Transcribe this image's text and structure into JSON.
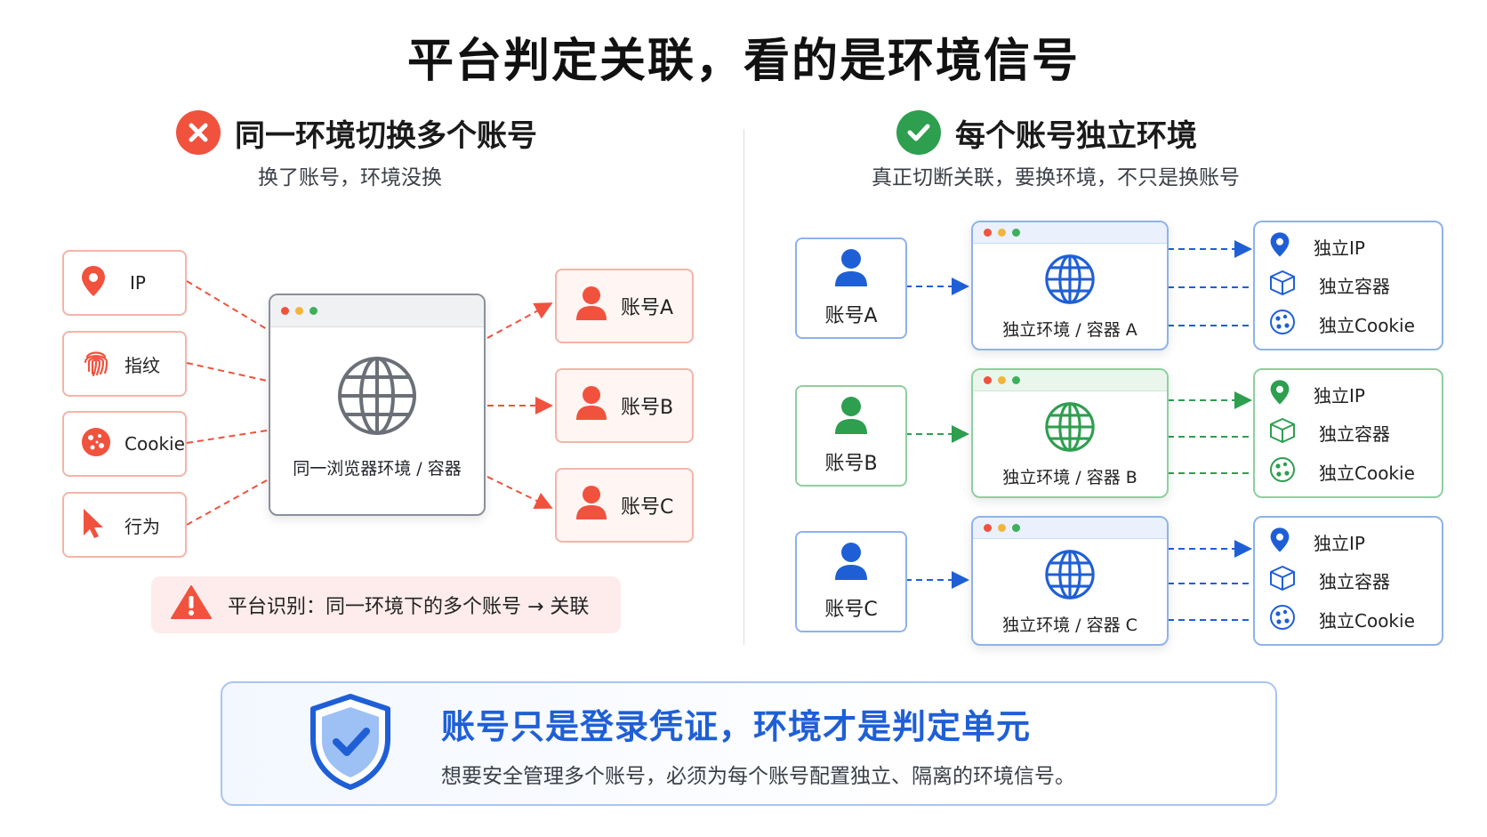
{
  "title": "平台判定关联，看的是环境信号",
  "left": {
    "heading": "同一环境切换多个账号",
    "subtitle": "换了账号，环境没换",
    "signals": [
      {
        "label": "IP",
        "icon": "location-pin-icon"
      },
      {
        "label": "指纹",
        "icon": "fingerprint-icon"
      },
      {
        "label": "Cookie",
        "icon": "cookie-icon"
      },
      {
        "label": "行为",
        "icon": "cursor-icon"
      }
    ],
    "browser_label": "同一浏览器环境 / 容器",
    "accounts": [
      "账号A",
      "账号B",
      "账号C"
    ],
    "warning": "平台识别：同一环境下的多个账号 → 关联"
  },
  "right": {
    "heading": "每个账号独立环境",
    "subtitle": "真正切断关联，要换环境，不只是换账号",
    "rows": [
      {
        "account": "账号A",
        "env": "独立环境 / 容器 A",
        "color": "#1f5fd6",
        "soft": "#eaf1fd",
        "border": "#8fb2ea"
      },
      {
        "account": "账号B",
        "env": "独立环境 / 容器 B",
        "color": "#2e9e4f",
        "soft": "#eaf6ec",
        "border": "#8fcf9f"
      },
      {
        "account": "账号C",
        "env": "独立环境 / 容器 C",
        "color": "#1f5fd6",
        "soft": "#eaf1fd",
        "border": "#8fb2ea"
      }
    ],
    "signals": [
      "独立IP",
      "独立容器",
      "独立Cookie"
    ]
  },
  "bottom": {
    "title": "账号只是登录凭证，环境才是判定单元",
    "subtitle": "想要安全管理多个账号，必须为每个账号配置独立、隔离的环境信号。"
  },
  "colors": {
    "red": "#f0523e",
    "blue": "#1f5fd6",
    "green": "#2e9e4f"
  }
}
